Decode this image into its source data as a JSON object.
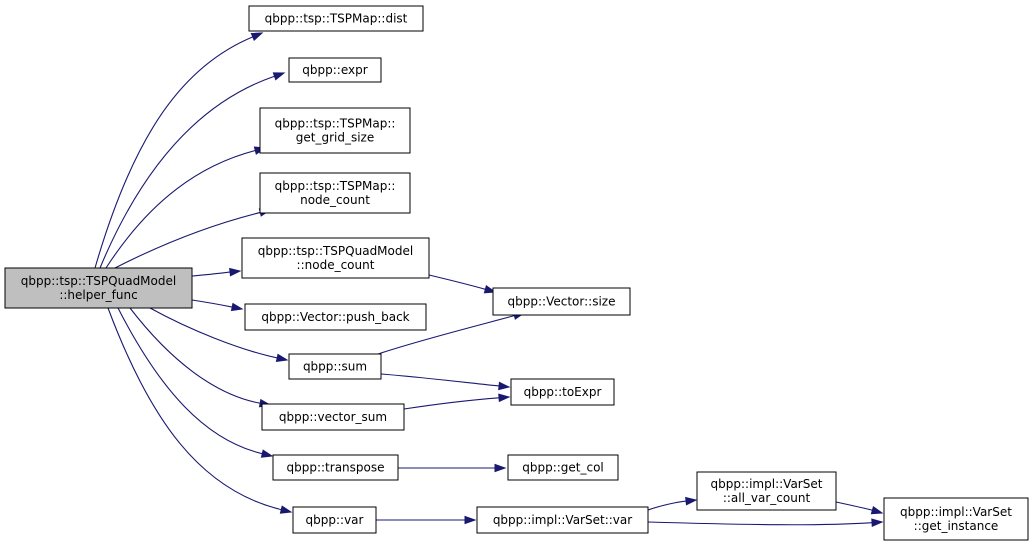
{
  "graph": {
    "colors": {
      "edge": "#191970",
      "root_fill": "#bfbfbf",
      "node_fill": "#ffffff",
      "node_border": "#000000"
    },
    "nodes": [
      {
        "id": "helper_func",
        "lines": [
          "qbpp::tsp::TSPQuadModel",
          "::helper_func"
        ],
        "root": true
      },
      {
        "id": "dist",
        "lines": [
          "qbpp::tsp::TSPMap::dist"
        ]
      },
      {
        "id": "expr",
        "lines": [
          "qbpp::expr"
        ]
      },
      {
        "id": "get_grid_size",
        "lines": [
          "qbpp::tsp::TSPMap::",
          "get_grid_size"
        ]
      },
      {
        "id": "map_node_count",
        "lines": [
          "qbpp::tsp::TSPMap::",
          "node_count"
        ]
      },
      {
        "id": "quad_node_count",
        "lines": [
          "qbpp::tsp::TSPQuadModel",
          "::node_count"
        ]
      },
      {
        "id": "push_back",
        "lines": [
          "qbpp::Vector::push_back"
        ]
      },
      {
        "id": "sum",
        "lines": [
          "qbpp::sum"
        ]
      },
      {
        "id": "vector_sum",
        "lines": [
          "qbpp::vector_sum"
        ]
      },
      {
        "id": "transpose",
        "lines": [
          "qbpp::transpose"
        ]
      },
      {
        "id": "var",
        "lines": [
          "qbpp::var"
        ]
      },
      {
        "id": "vector_size",
        "lines": [
          "qbpp::Vector::size"
        ]
      },
      {
        "id": "toExpr",
        "lines": [
          "qbpp::toExpr"
        ]
      },
      {
        "id": "get_col",
        "lines": [
          "qbpp::get_col"
        ]
      },
      {
        "id": "varset_var",
        "lines": [
          "qbpp::impl::VarSet::var"
        ]
      },
      {
        "id": "all_var_count",
        "lines": [
          "qbpp::impl::VarSet",
          "::all_var_count"
        ]
      },
      {
        "id": "get_instance",
        "lines": [
          "qbpp::impl::VarSet",
          "::get_instance"
        ]
      }
    ],
    "edges": [
      {
        "from": "helper_func",
        "to": "dist"
      },
      {
        "from": "helper_func",
        "to": "expr"
      },
      {
        "from": "helper_func",
        "to": "get_grid_size"
      },
      {
        "from": "helper_func",
        "to": "map_node_count"
      },
      {
        "from": "helper_func",
        "to": "quad_node_count"
      },
      {
        "from": "helper_func",
        "to": "push_back"
      },
      {
        "from": "helper_func",
        "to": "sum"
      },
      {
        "from": "helper_func",
        "to": "vector_sum"
      },
      {
        "from": "helper_func",
        "to": "transpose"
      },
      {
        "from": "helper_func",
        "to": "var"
      },
      {
        "from": "quad_node_count",
        "to": "vector_size"
      },
      {
        "from": "sum",
        "to": "vector_size"
      },
      {
        "from": "sum",
        "to": "toExpr"
      },
      {
        "from": "vector_sum",
        "to": "toExpr"
      },
      {
        "from": "transpose",
        "to": "get_col"
      },
      {
        "from": "var",
        "to": "varset_var"
      },
      {
        "from": "varset_var",
        "to": "all_var_count"
      },
      {
        "from": "varset_var",
        "to": "get_instance"
      },
      {
        "from": "all_var_count",
        "to": "get_instance"
      }
    ]
  }
}
